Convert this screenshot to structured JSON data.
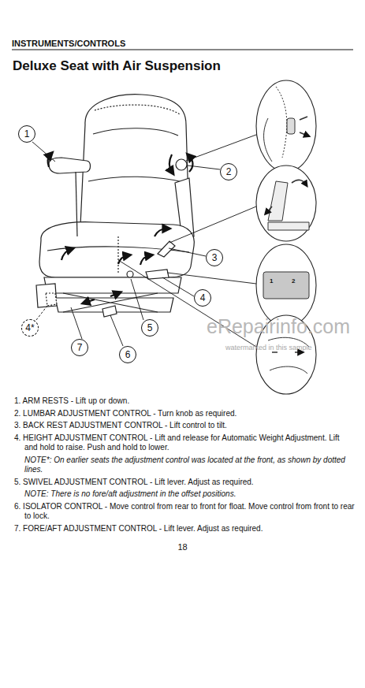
{
  "diagram": {
    "title": "Deluxe Seat with Air Suspension",
    "nodes": [
      {
        "text": [
          "1"
        ]
      },
      {
        "text": [
          "2"
        ]
      },
      {
        "text": [
          "3"
        ]
      },
      {
        "text": [
          "4"
        ]
      },
      {
        "text": [
          "4*"
        ]
      },
      {
        "text": [
          "5"
        ]
      },
      {
        "text": [
          "6"
        ]
      },
      {
        "text": [
          "7"
        ]
      }
    ],
    "labels": [
      "INSTRUMENTS/CONTROLS",
      "1. ARM RESTS - Lift up or down.",
      "2. LUMBAR ADJUSTMENT CONTROL - Turn knob as required.",
      "3. BACK REST ADJUSTMENT CONTROL - Lift control to tilt.",
      "4. HEIGHT ADJUSTMENT CONTROL - Lift and release for Automatic Weight Adjustment. Lift and hold to raise. Push and hold to lower.",
      "NOTE*: On earlier seats the adjustment control was located at the front, as shown by dotted lines.",
      "5. SWIVEL ADJUSTMENT CONTROL - Lift lever. Adjust as required.",
      "NOTE: There is no fore/aft adjustment in the offset positions.",
      "6. ISOLATOR CONTROL - Move control from rear to front for float. Move control from front to rear to lock.",
      "7. FORE/AFT ADJUSTMENT CONTROL - Lift lever. Adjust as required.",
      "18",
      "1",
      "2",
      "eRepairinfo.com",
      "watermarked in this sample"
    ]
  }
}
